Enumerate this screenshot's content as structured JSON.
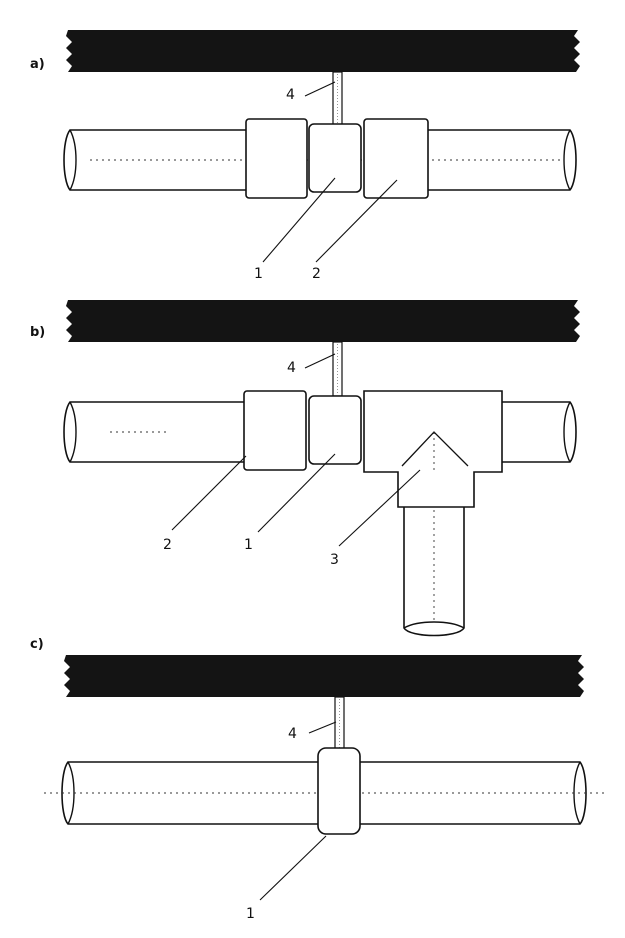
{
  "panels": [
    {
      "id": "a",
      "label": "a)",
      "parts": [
        {
          "number": "4",
          "role": "hanger-rod"
        },
        {
          "number": "1",
          "role": "pipe-clamp"
        },
        {
          "number": "2",
          "role": "coupling"
        }
      ]
    },
    {
      "id": "b",
      "label": "b)",
      "parts": [
        {
          "number": "4",
          "role": "hanger-rod"
        },
        {
          "number": "2",
          "role": "coupling"
        },
        {
          "number": "1",
          "role": "pipe-clamp"
        },
        {
          "number": "3",
          "role": "tee-fitting"
        }
      ]
    },
    {
      "id": "c",
      "label": "c)",
      "parts": [
        {
          "number": "4",
          "role": "hanger-rod"
        },
        {
          "number": "1",
          "role": "pipe-clamp"
        }
      ]
    }
  ]
}
